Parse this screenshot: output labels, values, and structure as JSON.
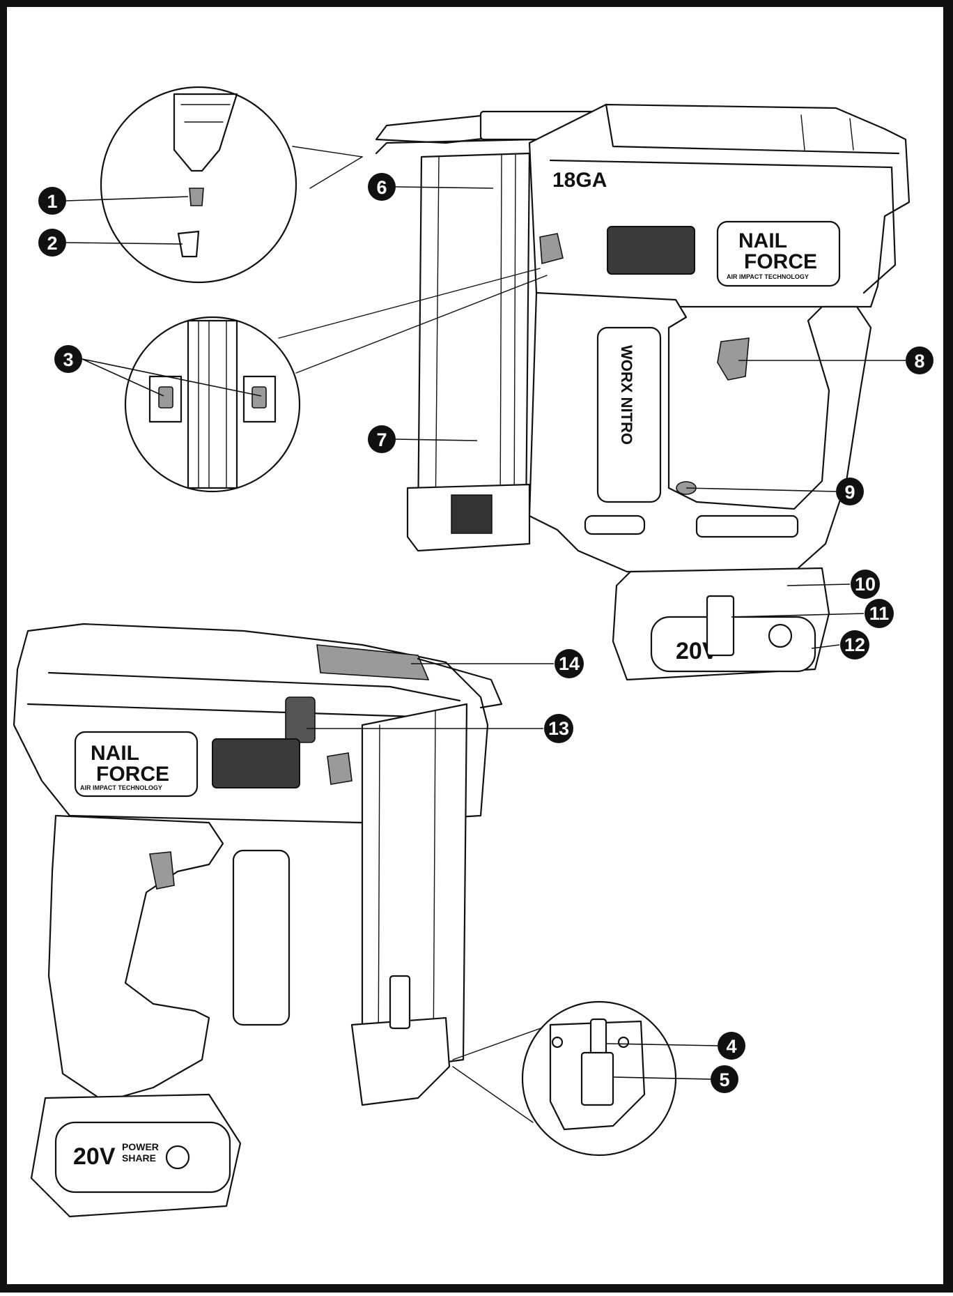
{
  "tool_text": {
    "gauge_label": "18GA",
    "brand_line1": "NAIL",
    "brand_line2": "FORCE",
    "brand_tagline": "AIR IMPACT TECHNOLOGY",
    "grip_text": "WORX NITRO",
    "battery_voltage": "20V",
    "battery_line1": "POWER",
    "battery_line2": "SHARE"
  },
  "callouts": [
    {
      "num": "1"
    },
    {
      "num": "2"
    },
    {
      "num": "3"
    },
    {
      "num": "4"
    },
    {
      "num": "5"
    },
    {
      "num": "6"
    },
    {
      "num": "7"
    },
    {
      "num": "8"
    },
    {
      "num": "9"
    },
    {
      "num": "10"
    },
    {
      "num": "11"
    },
    {
      "num": "12"
    },
    {
      "num": "13"
    },
    {
      "num": "14"
    }
  ],
  "colors": {
    "line": "#111111",
    "callout_fill": "#111111",
    "background": "#ffffff"
  }
}
